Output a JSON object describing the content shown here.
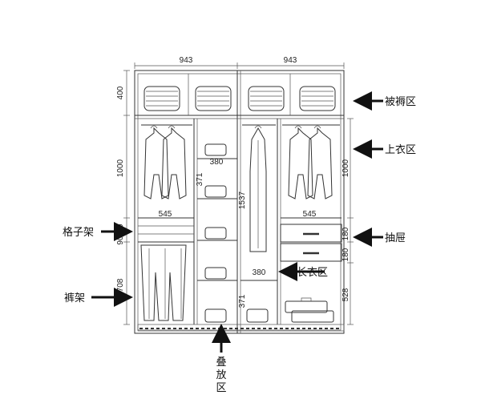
{
  "dimensions": {
    "top_width_left": "943",
    "top_width_right": "943",
    "h_quilt": "400",
    "h_hanging_left": "1000",
    "h_shelf_90a": "90",
    "h_shelf_90b": "90",
    "h_pants": "708",
    "shelf_width_380a": "380",
    "shelf_height_371a": "371",
    "rail_width_545_left": "545",
    "rail_width_545_right": "545",
    "h_long_1537": "1537",
    "shelf_width_380b": "380",
    "shelf_height_371b": "371",
    "h_hanging_right": "1000",
    "h_drawer_180a": "180",
    "h_drawer_180b": "180",
    "h_bottom_528": "528"
  },
  "labels": {
    "quilt_zone": "被褥区",
    "upper_clothes_zone": "上衣区",
    "drawer": "抽屉",
    "grid_shelf": "格子架",
    "long_clothes_zone": "长衣区",
    "pants_rack": "裤架",
    "fold_zone_1": "叠",
    "fold_zone_2": "放",
    "fold_zone_3": "区"
  }
}
